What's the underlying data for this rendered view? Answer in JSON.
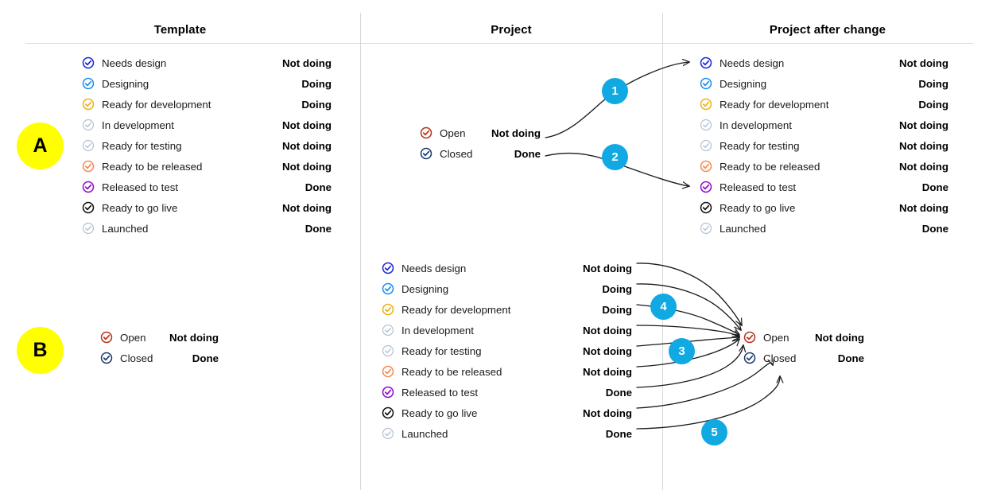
{
  "columns": {
    "template": "Template",
    "project": "Project",
    "after": "Project after change"
  },
  "sections": {
    "a": {
      "badge": "A"
    },
    "b": {
      "badge": "B"
    }
  },
  "status_colors": {
    "blue_dark": "#1a26d8",
    "blue": "#1d8ef0",
    "amber": "#eeb111",
    "grey": "#b3c0d4",
    "orange": "#f58a52",
    "purple": "#9108cf",
    "black": "#101010",
    "red": "#b8321a",
    "navy": "#1c3a6e",
    "step_badge": "#10a9e2",
    "section_badge": "#ffff00"
  },
  "template_statuses": [
    {
      "name": "Needs design",
      "status": "Not doing",
      "color_key": "blue_dark",
      "icon": "check-circle-icon"
    },
    {
      "name": "Designing",
      "status": "Doing",
      "color_key": "blue",
      "icon": "check-circle-icon"
    },
    {
      "name": "Ready for development",
      "status": "Doing",
      "color_key": "amber",
      "icon": "check-circle-icon"
    },
    {
      "name": "In development",
      "status": "Not doing",
      "color_key": "grey",
      "icon": "check-circle-icon"
    },
    {
      "name": "Ready for testing",
      "status": "Not doing",
      "color_key": "grey",
      "icon": "check-circle-icon"
    },
    {
      "name": "Ready to be released",
      "status": "Not doing",
      "color_key": "orange",
      "icon": "check-circle-icon"
    },
    {
      "name": "Released to test",
      "status": "Done",
      "color_key": "purple",
      "icon": "check-circle-icon"
    },
    {
      "name": "Ready to go live",
      "status": "Not doing",
      "color_key": "black",
      "icon": "check-circle-icon"
    },
    {
      "name": "Launched",
      "status": "Done",
      "color_key": "grey",
      "icon": "check-circle-icon"
    }
  ],
  "project_statuses": [
    {
      "name": "Open",
      "status": "Not doing",
      "color_key": "red",
      "icon": "check-circle-icon"
    },
    {
      "name": "Closed",
      "status": "Done",
      "color_key": "navy",
      "icon": "check-circle-icon"
    }
  ],
  "steps": [
    {
      "label": "1"
    },
    {
      "label": "2"
    },
    {
      "label": "3"
    },
    {
      "label": "4"
    },
    {
      "label": "5"
    }
  ]
}
